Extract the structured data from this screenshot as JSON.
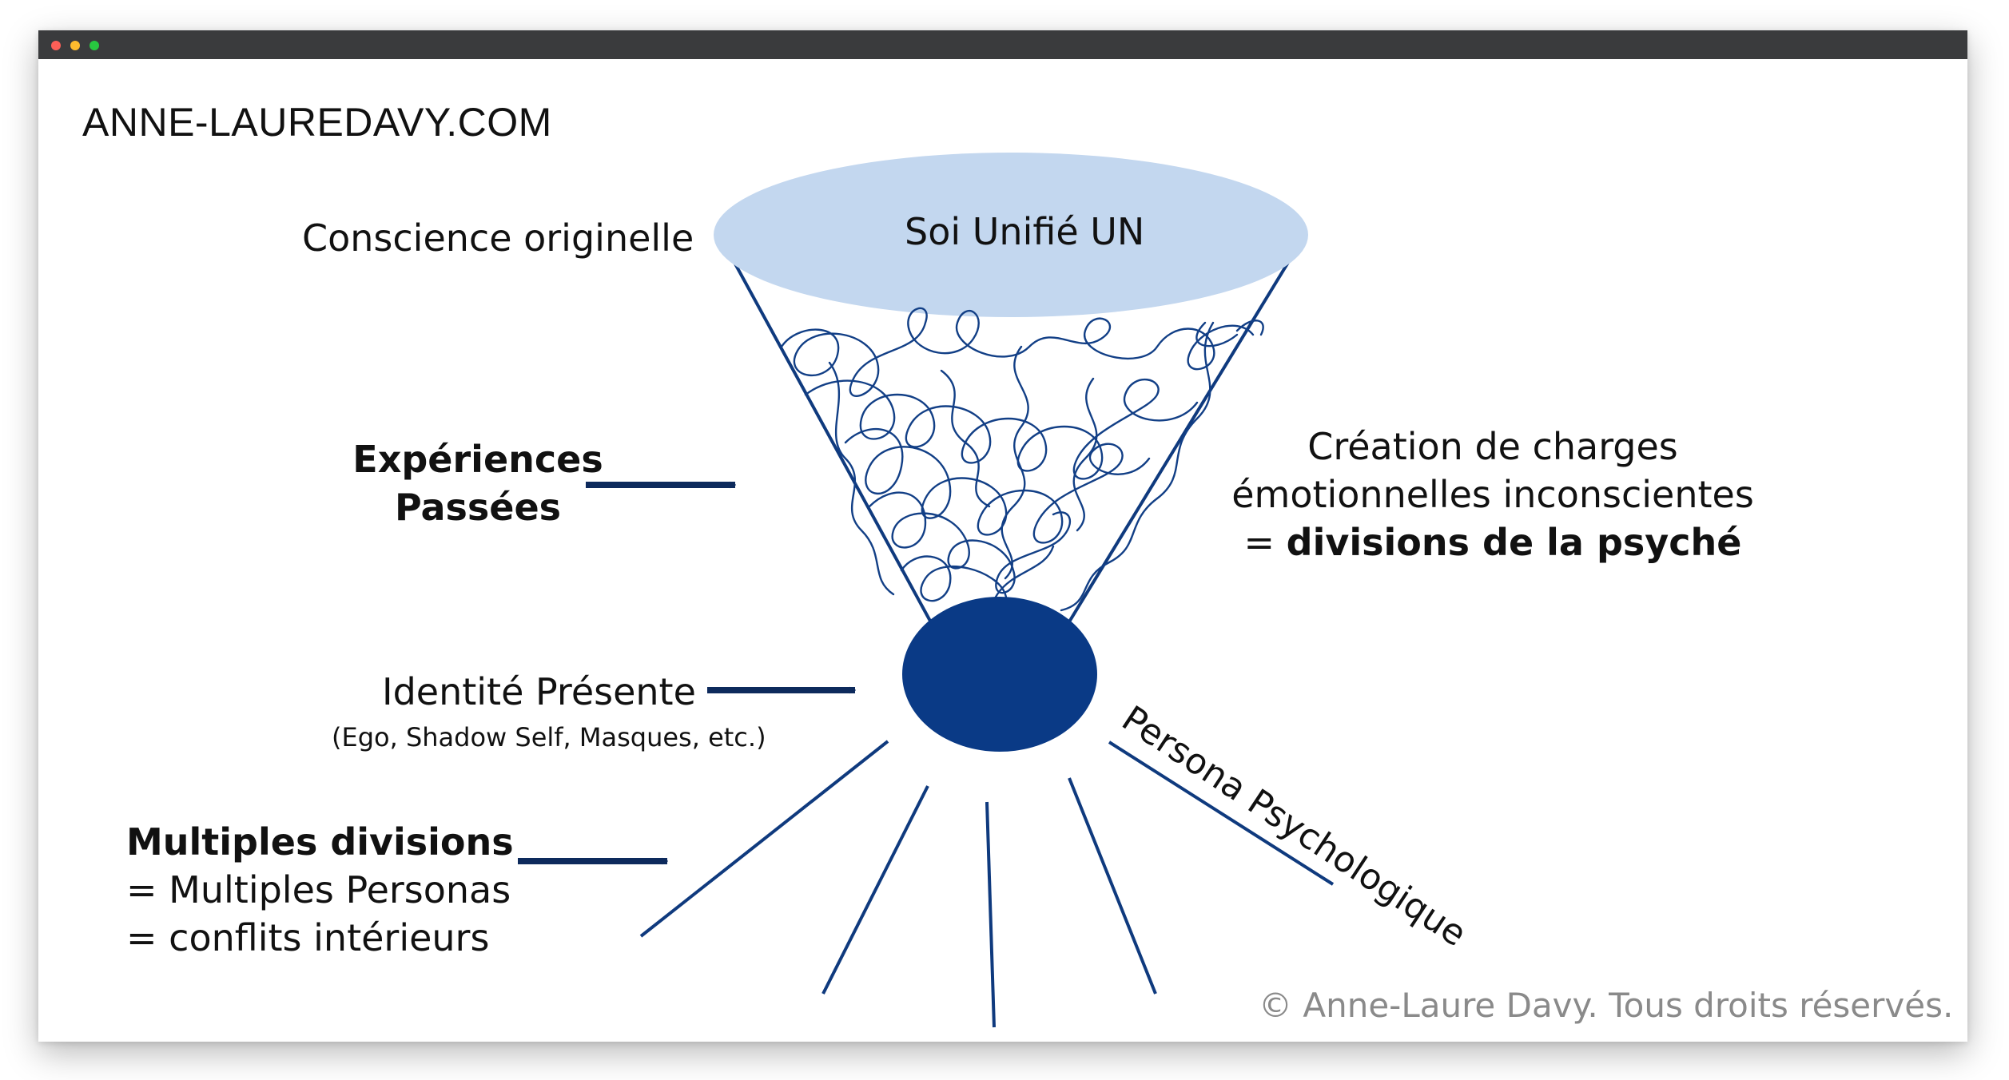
{
  "brand": "ANNE-LAUREDAVY.COM",
  "labels": {
    "conscience": "Conscience originelle",
    "soi": "Soi Unifié UN",
    "experiences_line1": "Expériences",
    "experiences_line2": "Passées",
    "creation_line1": "Création de charges",
    "creation_line2": "émotionnelles inconscientes",
    "creation_line3_prefix": "= ",
    "creation_line3_bold": "divisions de la psyché",
    "identite": "Identité Présente",
    "identite_sub": "(Ego, Shadow Self, Masques, etc.)",
    "persona": "Persona Psychologique",
    "multiples_line1": "Multiples divisions",
    "multiples_line2": "= Multiples Personas",
    "multiples_line3": "= conflits intérieurs",
    "copyright": "© Anne-Laure Davy. Tous droits réservés."
  },
  "colors": {
    "ellipse_fill": "#c3d7ef",
    "dark_blue": "#0f3a7e",
    "arrow": "#0d2a5c",
    "scribble": "#123f86",
    "copyright": "#8a8a8a"
  },
  "icons": [
    "arrow-right-icon"
  ]
}
